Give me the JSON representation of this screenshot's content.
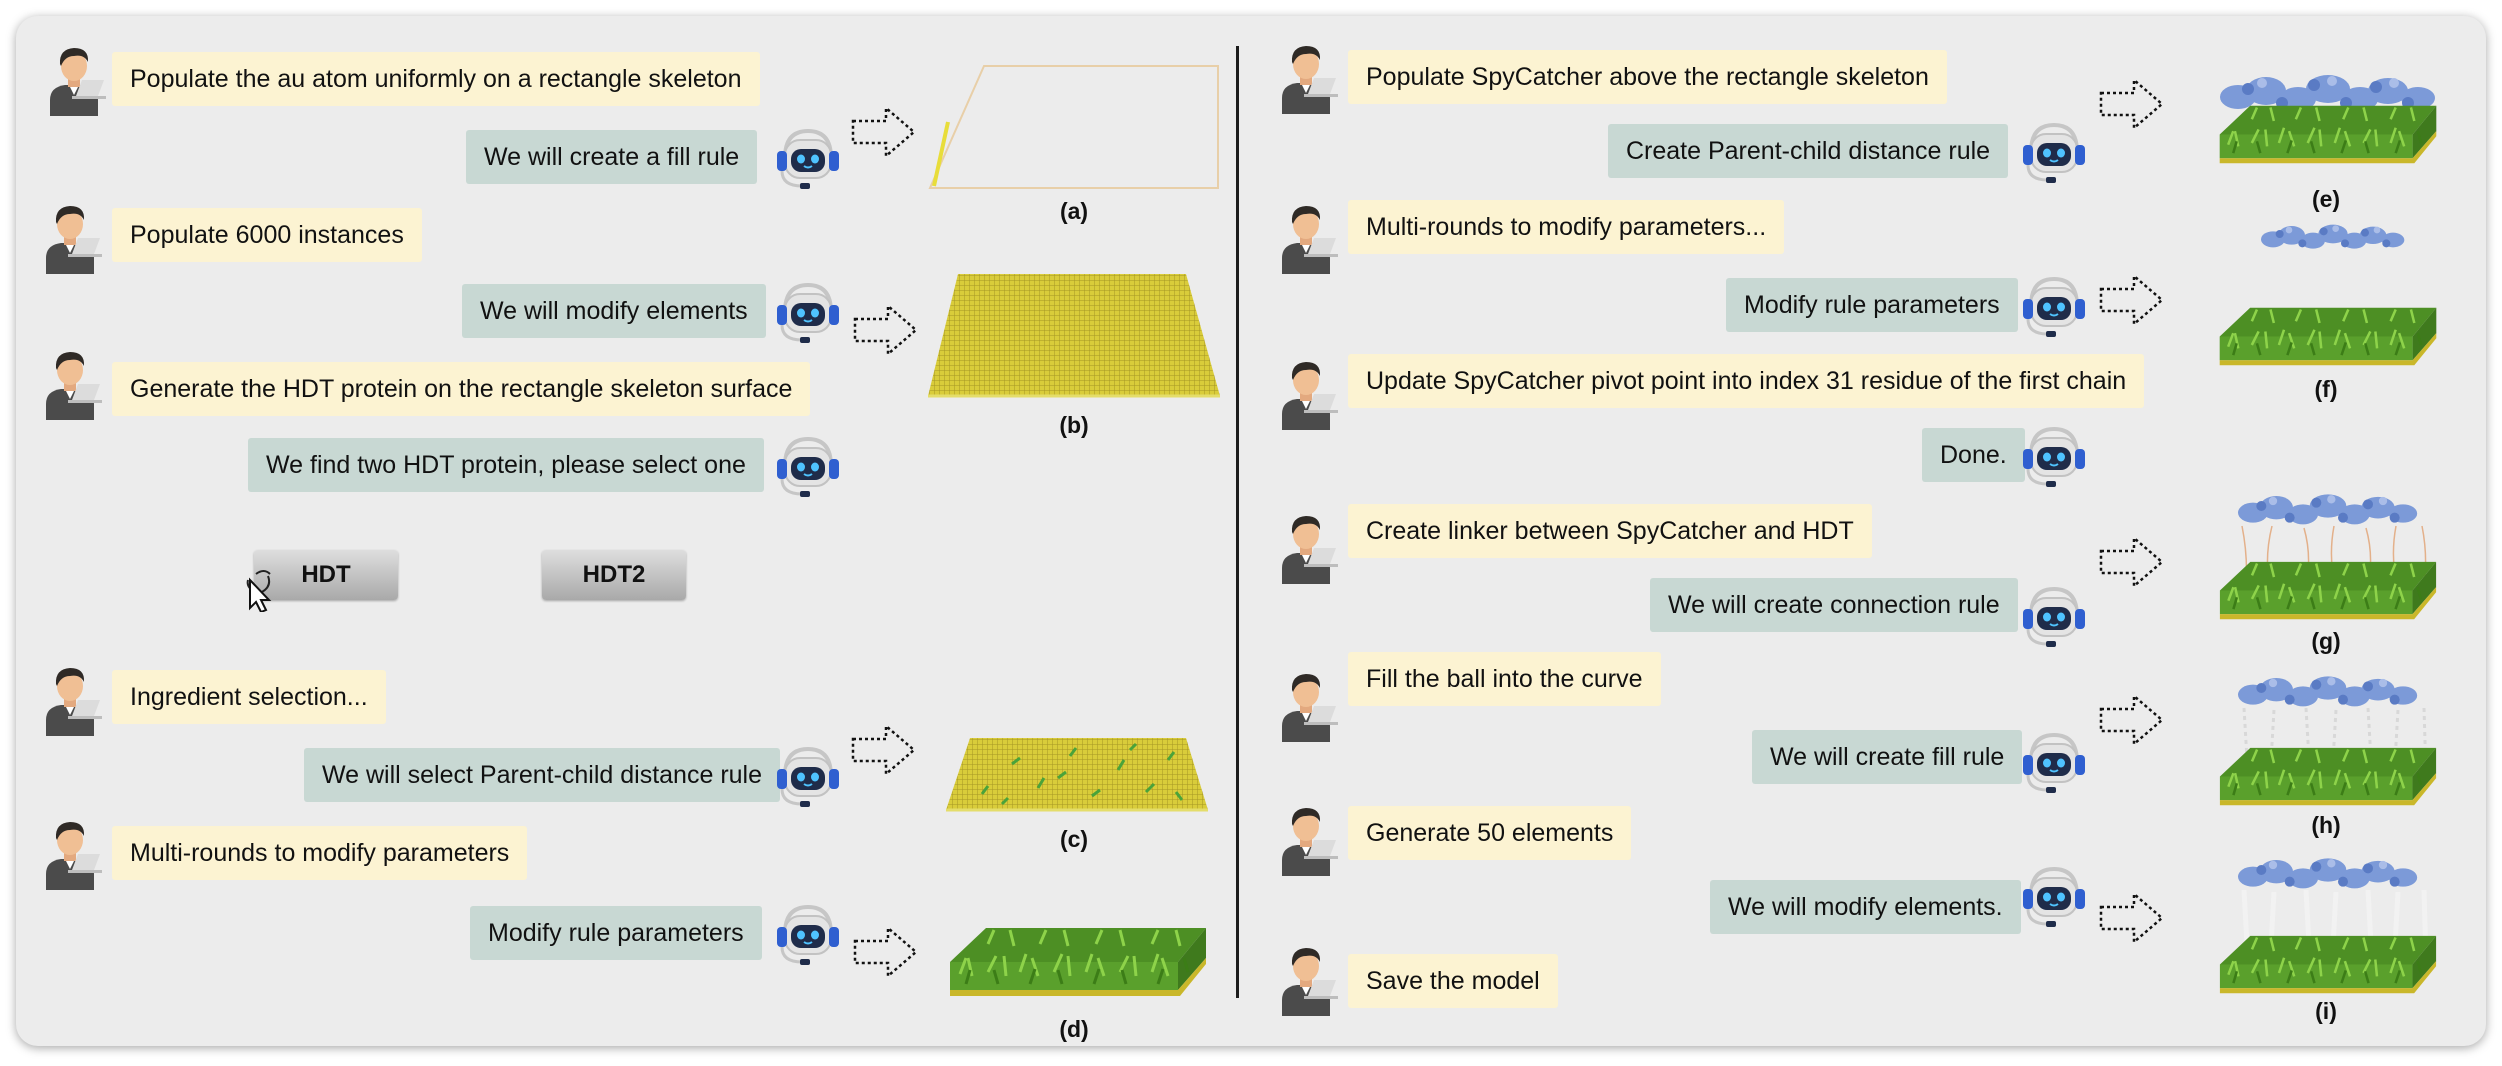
{
  "left_conversation": {
    "msg_populate_au": "Populate the au atom uniformly on a rectangle skeleton",
    "msg_fill_rule": "We will create a fill rule",
    "msg_populate_6000": "Populate 6000 instances",
    "msg_modify_elements": "We will modify elements",
    "msg_generate_hdt": "Generate the HDT protein on the rectangle skeleton surface",
    "msg_find_two_hdt": "We find two HDT protein, please select one",
    "option_hdt": "HDT",
    "option_hdt2": "HDT2",
    "msg_ingredient_selection": "Ingredient selection...",
    "msg_select_parent_child": "We will select Parent-child distance rule",
    "msg_multi_rounds": "Multi-rounds to modify parameters",
    "msg_modify_rule_params": "Modify rule parameters"
  },
  "right_conversation": {
    "msg_populate_spycatcher": "Populate SpyCatcher above the rectangle skeleton",
    "msg_create_parent_child": "Create Parent-child distance rule",
    "msg_multi_rounds": "Multi-rounds to modify parameters...",
    "msg_modify_rule_params": "Modify rule parameters",
    "msg_update_pivot": "Update SpyCatcher pivot point into index 31 residue of the first chain",
    "msg_done": "Done.",
    "msg_create_linker": "Create linker between SpyCatcher and HDT",
    "msg_connection_rule": "We will create connection rule",
    "msg_fill_ball": "Fill the ball into the curve",
    "msg_create_fill_rule": "We will create fill rule",
    "msg_generate_50": "Generate 50 elements",
    "msg_modify_elements": "We will modify elements.",
    "msg_save_model": "Save the model"
  },
  "captions": {
    "a": "(a)",
    "b": "(b)",
    "c": "(c)",
    "d": "(d)",
    "e": "(e)",
    "f": "(f)",
    "g": "(g)",
    "h": "(h)",
    "i": "(i)"
  },
  "colors": {
    "user_bubble": "#fcf3d2",
    "assistant_bubble": "#c8d8d3",
    "panel_background": "#ececec",
    "skeleton_yellow": "#e8dd3a",
    "grass_green": "#5aa02c",
    "protein_blue": "#7c9ad8",
    "robot_blue": "#2f5fd0"
  },
  "icons": {
    "user": "user-avatar-icon",
    "assistant": "robot-headset-icon",
    "arrow": "dotted-arrow-icon",
    "cursor": "click-cursor-icon"
  }
}
